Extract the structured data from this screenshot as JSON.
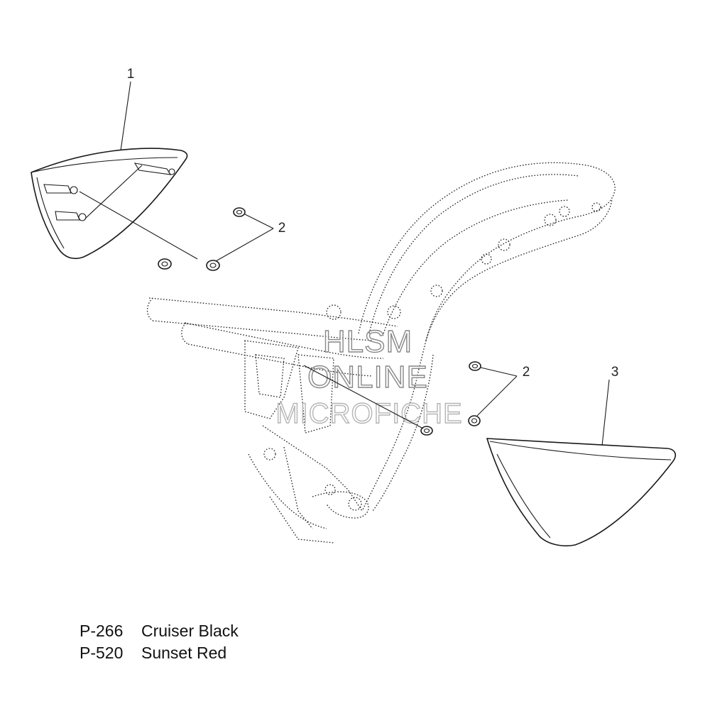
{
  "callouts": {
    "seat_cowl": "1",
    "grommets_upper": "2",
    "grommets_lower": "2",
    "side_cover": "3"
  },
  "watermark": {
    "line1": "HLSM",
    "line2": "ONLINE",
    "line3": "MICROFICHE"
  },
  "legend": [
    {
      "code": "P-266",
      "name": "Cruiser Black"
    },
    {
      "code": "P-520",
      "name": "Sunset Red"
    }
  ]
}
